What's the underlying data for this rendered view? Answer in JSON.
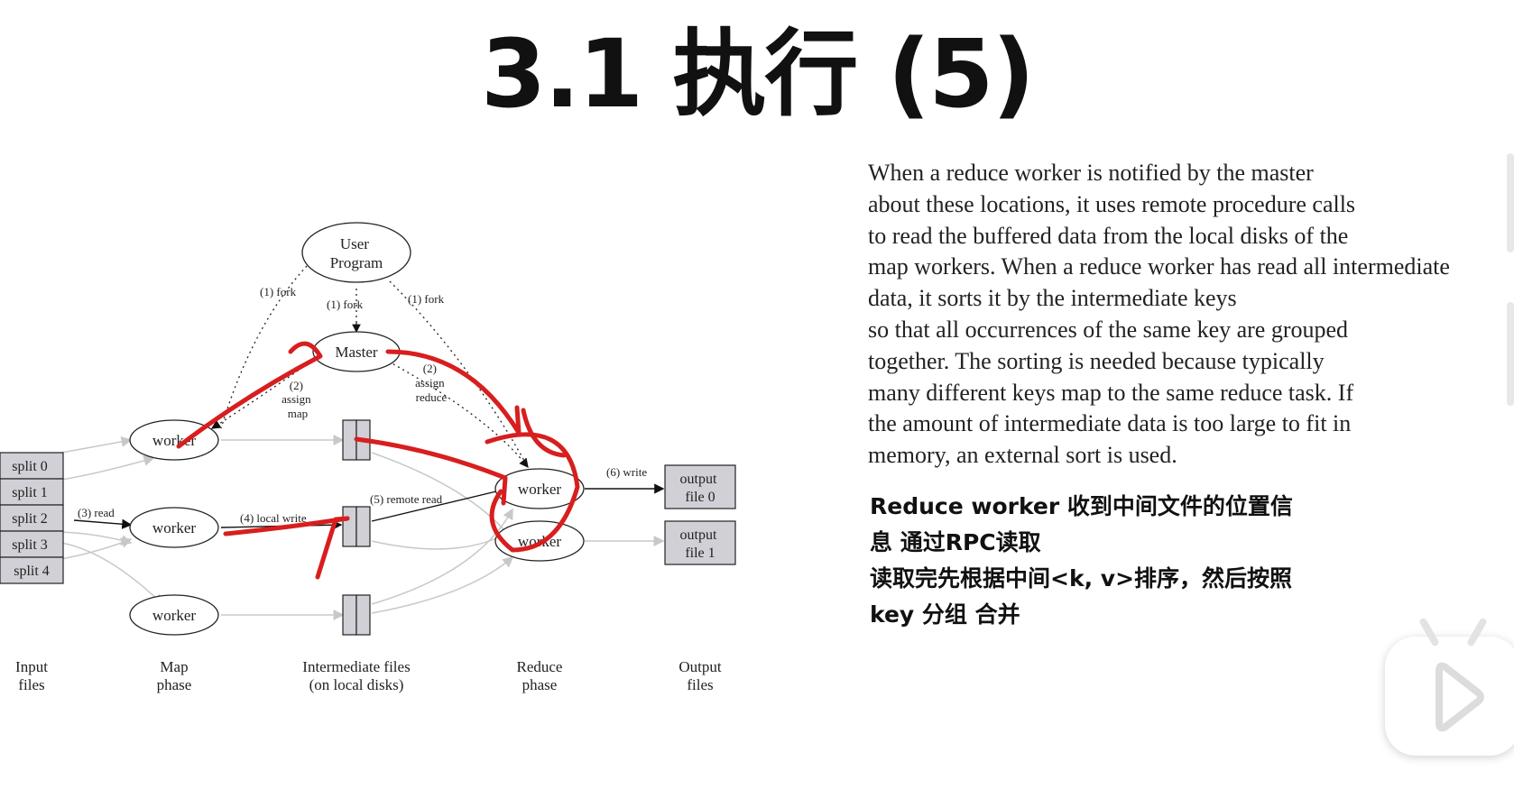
{
  "slide": {
    "title": "3.1 执行 (5)"
  },
  "diagram": {
    "user_program": [
      "User",
      "Program"
    ],
    "master": "Master",
    "fork_left": "(1) fork",
    "fork_center": "(1) fork",
    "fork_right": "(1) fork",
    "assign_map": [
      "(2)",
      "assign",
      "map"
    ],
    "assign_reduce": [
      "(2)",
      "assign",
      "reduce"
    ],
    "splits": [
      "split 0",
      "split 1",
      "split 2",
      "split 3",
      "split 4"
    ],
    "map_workers": [
      "worker",
      "worker",
      "worker"
    ],
    "reduce_workers": [
      "worker",
      "worker"
    ],
    "read_label": "(3) read",
    "local_write_label": "(4) local write",
    "remote_read_label": "(5) remote read",
    "write_label": "(6) write",
    "outputs": [
      [
        "output",
        "file 0"
      ],
      [
        "output",
        "file 1"
      ]
    ],
    "stage_labels": [
      [
        "Input",
        "files"
      ],
      [
        "Map",
        "phase"
      ],
      [
        "Intermediate files",
        "(on local disks)"
      ],
      [
        "Reduce",
        "phase"
      ],
      [
        "Output",
        "files"
      ]
    ],
    "annotation_color": "#d81e1e"
  },
  "description": {
    "lines": [
      "When a reduce worker is notified by the master",
      "about these locations, it uses remote procedure calls",
      "to read the buffered data from the local disks of the",
      "map workers. When a reduce worker has read all intermediate",
      "data, it sorts it by the intermediate keys",
      "so that all occurrences of the same key are grouped",
      "together. The sorting is needed because typically",
      "many different keys map to the same reduce task. If",
      "the amount of intermediate data is too large to fit in",
      "memory, an external sort is used."
    ]
  },
  "notes": {
    "lines": [
      "Reduce worker 收到中间文件的位置信",
      "息 通过RPC读取",
      "读取完先根据中间<k, v>排序，然后按照",
      "key 分组 合并"
    ]
  },
  "badge": {
    "icon": "play-icon"
  }
}
